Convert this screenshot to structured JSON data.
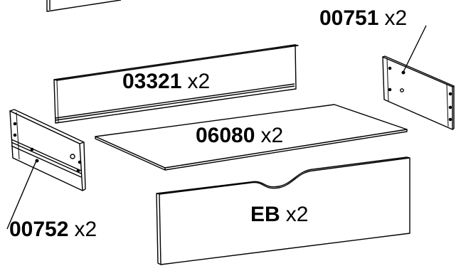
{
  "parts": [
    {
      "id": "side-panel-right",
      "code": "00751",
      "qty": "x2"
    },
    {
      "id": "back-panel",
      "code": "03321",
      "qty": "x2"
    },
    {
      "id": "bottom-board",
      "code": "06080",
      "qty": "x2"
    },
    {
      "id": "side-panel-left",
      "code": "00752",
      "qty": "x2"
    },
    {
      "id": "front-panel",
      "code": "EB",
      "qty": "x2"
    }
  ]
}
